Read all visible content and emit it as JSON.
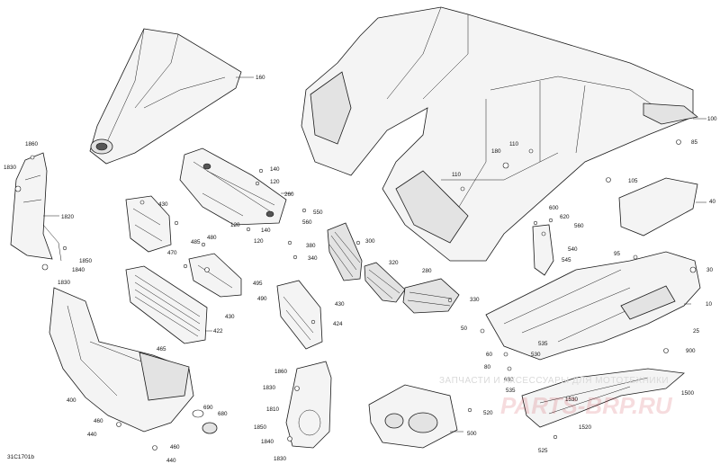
{
  "diagram_id": "31C1701b",
  "watermark": {
    "line1": "ЗАПЧАСТИ И АКСЕССУАРЫ ДЛЯ МОТОТЕХНИКИ",
    "line2": "PARTS-BRP.RU"
  },
  "callouts": [
    {
      "id": "c160",
      "text": "160"
    },
    {
      "id": "c100",
      "text": "100"
    },
    {
      "id": "c85",
      "text": "85"
    },
    {
      "id": "c1860a",
      "text": "1860"
    },
    {
      "id": "c1830a",
      "text": "1830"
    },
    {
      "id": "c1820",
      "text": "1820"
    },
    {
      "id": "c1850a",
      "text": "1850"
    },
    {
      "id": "c1840a",
      "text": "1840"
    },
    {
      "id": "c1830b",
      "text": "1830"
    },
    {
      "id": "c140a",
      "text": "140"
    },
    {
      "id": "c120a",
      "text": "120"
    },
    {
      "id": "c260",
      "text": "260"
    },
    {
      "id": "c560a",
      "text": "560"
    },
    {
      "id": "c550",
      "text": "550"
    },
    {
      "id": "c120b",
      "text": "120"
    },
    {
      "id": "c140b",
      "text": "140"
    },
    {
      "id": "c120c",
      "text": "120"
    },
    {
      "id": "c380",
      "text": "380"
    },
    {
      "id": "c340",
      "text": "340"
    },
    {
      "id": "c430a",
      "text": "430"
    },
    {
      "id": "c485",
      "text": "485"
    },
    {
      "id": "c480",
      "text": "480"
    },
    {
      "id": "c470",
      "text": "470"
    },
    {
      "id": "c495",
      "text": "495"
    },
    {
      "id": "c490",
      "text": "490"
    },
    {
      "id": "c430b",
      "text": "430"
    },
    {
      "id": "c422",
      "text": "422"
    },
    {
      "id": "c300",
      "text": "300"
    },
    {
      "id": "c320",
      "text": "320"
    },
    {
      "id": "c280",
      "text": "280"
    },
    {
      "id": "c330",
      "text": "330"
    },
    {
      "id": "c430c",
      "text": "430"
    },
    {
      "id": "c424",
      "text": "424"
    },
    {
      "id": "c110a",
      "text": "110"
    },
    {
      "id": "c180",
      "text": "180"
    },
    {
      "id": "c110b",
      "text": "110"
    },
    {
      "id": "c105",
      "text": "105"
    },
    {
      "id": "c40",
      "text": "40"
    },
    {
      "id": "c600",
      "text": "600"
    },
    {
      "id": "c620",
      "text": "620"
    },
    {
      "id": "c560b",
      "text": "560"
    },
    {
      "id": "c540",
      "text": "540"
    },
    {
      "id": "c545",
      "text": "545"
    },
    {
      "id": "c95",
      "text": "95"
    },
    {
      "id": "c30",
      "text": "30"
    },
    {
      "id": "c10",
      "text": "10"
    },
    {
      "id": "c25",
      "text": "25"
    },
    {
      "id": "c50",
      "text": "50"
    },
    {
      "id": "c535",
      "text": "535"
    },
    {
      "id": "c60",
      "text": "60"
    },
    {
      "id": "c530",
      "text": "530"
    },
    {
      "id": "c900",
      "text": "900"
    },
    {
      "id": "c80",
      "text": "80"
    },
    {
      "id": "c630",
      "text": "630"
    },
    {
      "id": "c535b",
      "text": "535"
    },
    {
      "id": "c1500",
      "text": "1500"
    },
    {
      "id": "c1530",
      "text": "1530"
    },
    {
      "id": "c520",
      "text": "520"
    },
    {
      "id": "c1520",
      "text": "1520"
    },
    {
      "id": "c500",
      "text": "500"
    },
    {
      "id": "c525",
      "text": "525"
    },
    {
      "id": "c465",
      "text": "465"
    },
    {
      "id": "c400",
      "text": "400"
    },
    {
      "id": "c460a",
      "text": "460"
    },
    {
      "id": "c440a",
      "text": "440"
    },
    {
      "id": "c460b",
      "text": "460"
    },
    {
      "id": "c440b",
      "text": "440"
    },
    {
      "id": "c690",
      "text": "690"
    },
    {
      "id": "c680",
      "text": "680"
    },
    {
      "id": "c1860b",
      "text": "1860"
    },
    {
      "id": "c1830c",
      "text": "1830"
    },
    {
      "id": "c1810",
      "text": "1810"
    },
    {
      "id": "c1850b",
      "text": "1850"
    },
    {
      "id": "c1840b",
      "text": "1840"
    },
    {
      "id": "c1830d",
      "text": "1830"
    }
  ]
}
